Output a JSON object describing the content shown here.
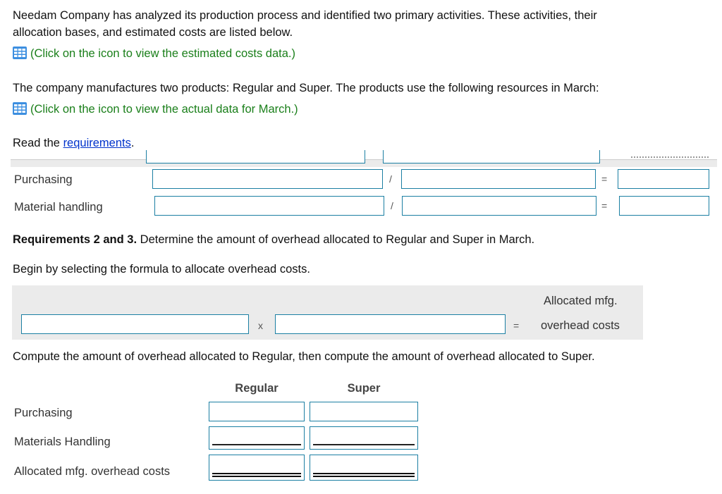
{
  "intro": {
    "line1": "Needam Company has analyzed its production process and identified two primary activities. These activities, their",
    "line2": "allocation bases, and estimated costs are listed below.",
    "link1": "(Click on the icon to view the estimated costs data.)",
    "line3": "The company manufactures two products: Regular and Super. The products use the following resources in March:",
    "link2": "(Click on the icon to view the actual data for March.)",
    "read_prefix": "Read the ",
    "read_link": "requirements",
    "read_suffix": "."
  },
  "req1": {
    "rows": [
      {
        "label": "Purchasing",
        "divide": "/",
        "equals": "="
      },
      {
        "label": "Material handling",
        "divide": "/",
        "equals": "="
      }
    ]
  },
  "req23": {
    "heading_bold": "Requirements 2 and 3.",
    "heading_rest": " Determine the amount of overhead allocated to Regular and Super in March.",
    "instruction": "Begin by selecting the formula to allocate overhead costs.",
    "formula": {
      "times": "x",
      "equals": "=",
      "result_line1": "Allocated mfg.",
      "result_line2": "overhead costs"
    },
    "compute_text": "Compute the amount of overhead allocated to Regular, then compute the amount of overhead allocated to Super.",
    "columns": [
      "Regular",
      "Super"
    ],
    "rows": [
      "Purchasing",
      "Materials Handling",
      "Allocated mfg. overhead costs"
    ]
  },
  "colors": {
    "input_border": "#1b7fa3",
    "link_green": "#1a7f1a",
    "link_blue": "#0033cc",
    "panel_gray": "#ebebeb"
  },
  "icons": {
    "data_table": "grid-icon"
  }
}
